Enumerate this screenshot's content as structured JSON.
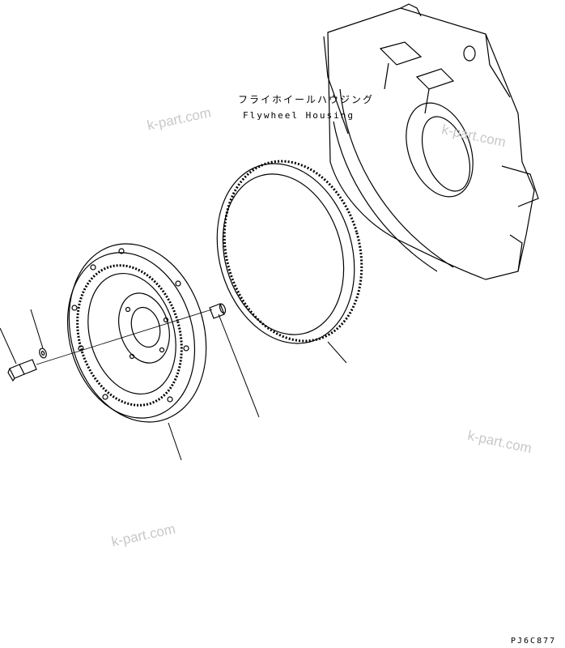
{
  "labels": {
    "housing_jp": "フライホイールハウジング",
    "housing_en": "Flywheel Housing"
  },
  "watermarks": [
    "k-part.com",
    "k-part.com",
    "k-part.com",
    "k-part.com"
  ],
  "diagram_code": "PJ6C877",
  "colors": {
    "line": "#000000",
    "watermark": "#c8c8c8"
  }
}
